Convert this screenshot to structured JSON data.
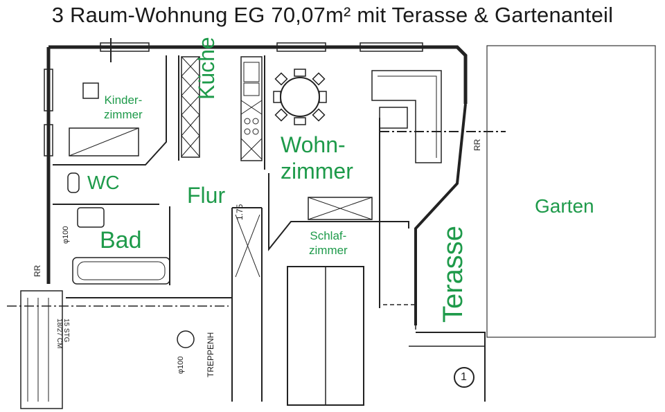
{
  "title": "3 Raum-Wohnung EG 70,07m² mit Terasse & Gartenanteil",
  "rooms": {
    "kinderzimmer": "Kinder-\nzimmer",
    "kueche": "Küche",
    "wohnzimmer": "Wohn-\nzimmer",
    "wc": "WC",
    "flur": "Flur",
    "bad": "Bad",
    "schlafzimmer": "Schlaf-\nzimmer",
    "terasse": "Terasse",
    "garten": "Garten"
  },
  "plan_marks": {
    "rr_left": "RR",
    "rr_right": "RR",
    "dim_175": "1.75",
    "stair_text": "15 STG\n18/27 CM",
    "treppenhaus": "TREPPENH",
    "pipe_bad": "φ100",
    "pipe_stair": "φ100",
    "circle_num": "1"
  },
  "colors": {
    "label_green": "#1e9a4a",
    "ink": "#222222"
  }
}
